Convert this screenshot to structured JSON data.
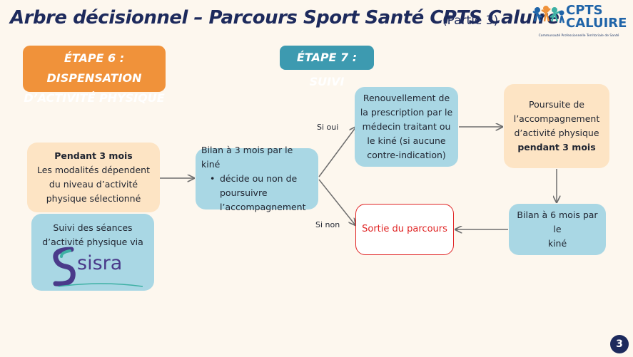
{
  "header": {
    "title": "Arbre décisionnel – Parcours Sport Santé CPTS Caluire",
    "subtitle": "(Partie 3)"
  },
  "logo": {
    "line1": "CPTS",
    "line2": "CALUIRE",
    "tagline": "Communauté Professionnelle Territoriale de Santé"
  },
  "stages": {
    "stage6_line1": "ÉTAPE 6 : DISPENSATION",
    "stage6_line2": "D’ACTIVITÉ PHYSIQUE",
    "stage7": "ÉTAPE 7 : SUIVI"
  },
  "boxes": {
    "pendant": {
      "bold": "Pendant 3 mois",
      "text1": "Les modalités dépendent",
      "text2": "du niveau d’activité",
      "text3": "physique sélectionné"
    },
    "suivi": {
      "line1": "Suivi des séances",
      "line2": "d’activité physique via",
      "logo_text": "sisra"
    },
    "bilan3": {
      "head": "Bilan à 3 mois par le kiné",
      "bullet": "décide ou non de",
      "cont1": "poursuivre",
      "cont2": "l’accompagnement"
    },
    "renouv": {
      "l1": "Renouvellement de",
      "l2": "la prescription par le",
      "l3": "médecin traitant ou",
      "l4": "le kiné (si aucune",
      "l5": "contre-indication)"
    },
    "poursuite": {
      "l1": "Poursuite de",
      "l2": "l’accompagnement",
      "l3": "d’activité physique",
      "bold": "pendant 3 mois"
    },
    "sortie": "Sortie du parcours",
    "bilan6": {
      "l1": "Bilan à 6 mois par le",
      "l2": "kiné"
    }
  },
  "labels": {
    "si_oui": "Si oui",
    "si_non": "Si non"
  },
  "page_number": "3",
  "colors": {
    "navy": "#1d2a5c",
    "orange": "#f0923a",
    "teal": "#3d9ab0",
    "peach": "#fde4c4",
    "light_blue": "#a9d7e4",
    "red": "#e02424",
    "background": "#fdf7ee"
  }
}
